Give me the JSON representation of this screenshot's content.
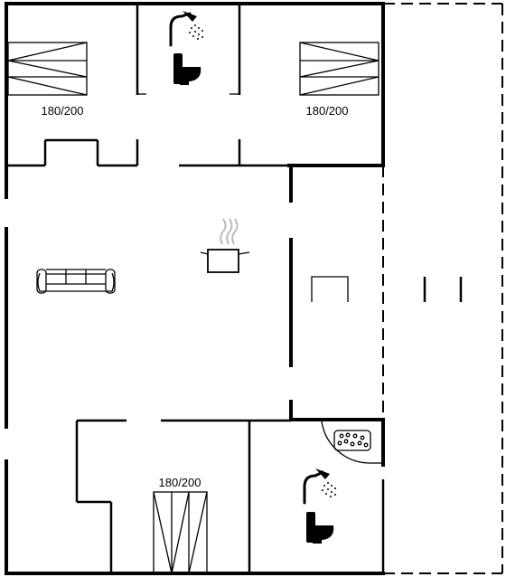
{
  "plan": {
    "bed_labels": [
      "180/200",
      "180/200",
      "180/200"
    ]
  },
  "icons": [
    "bed-icon",
    "shower-icon",
    "toilet-icon",
    "cooking-pot-icon",
    "sofa-icon",
    "whirlpool-icon",
    "table-icon"
  ]
}
